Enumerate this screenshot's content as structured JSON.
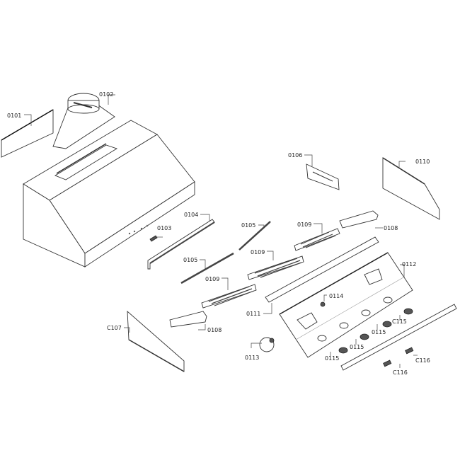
{
  "labels": {
    "p0101": "0101",
    "p0102": "0102",
    "p0103": "0103",
    "p0104": "0104",
    "p0105a": "0105",
    "p0105b": "0105",
    "p0106": "0106",
    "p0107": "C107",
    "p0108a": "0108",
    "p0108b": "0108",
    "p0109a": "0109",
    "p0109b": "0109",
    "p0109c": "0109",
    "p0110": "0110",
    "p0111": "0111",
    "p0112": "0112",
    "p0113": "0113",
    "p0114": "0114",
    "p0115a": "C115",
    "p0115b": "0115",
    "p0115c": "0115",
    "p0115d": "0115",
    "p0116a": "C116",
    "p0116b": "C116"
  }
}
